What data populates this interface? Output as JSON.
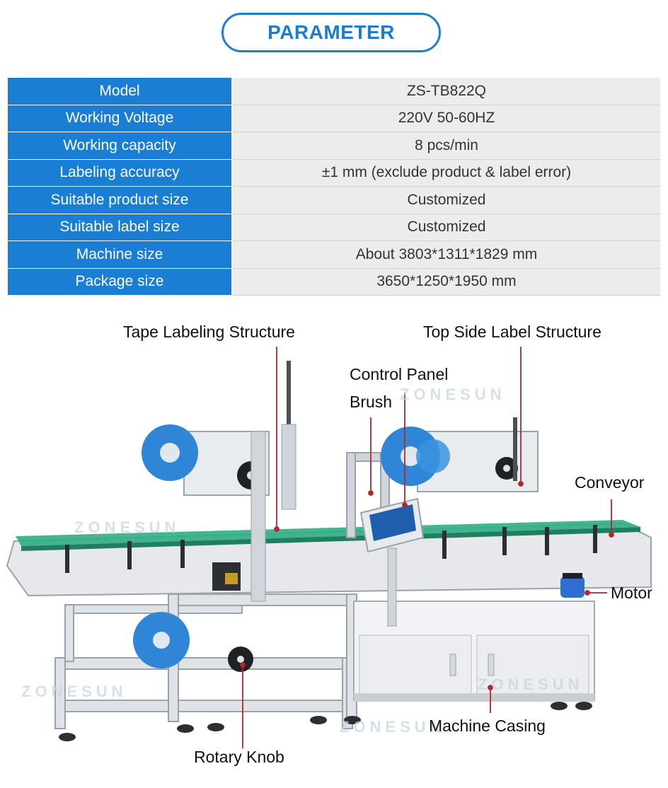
{
  "header": {
    "title": "PARAMETER"
  },
  "params": [
    {
      "key": "Model",
      "value": "ZS-TB822Q"
    },
    {
      "key": "Working Voltage",
      "value": "220V 50-60HZ"
    },
    {
      "key": "Working capacity",
      "value": "8 pcs/min"
    },
    {
      "key": "Labeling accuracy",
      "value": "±1 mm (exclude product & label error)"
    },
    {
      "key": "Suitable product size",
      "value": "Customized"
    },
    {
      "key": "Suitable label size",
      "value": "Customized"
    },
    {
      "key": "Machine size",
      "value": "About 3803*1311*1829 mm"
    },
    {
      "key": "Package size",
      "value": "3650*1250*1950 mm"
    }
  ],
  "figure": {
    "labels": {
      "tape_labeling": "Tape Labeling Structure",
      "top_side_label": "Top Side Label Structure",
      "control_panel": "Control Panel",
      "brush": "Brush",
      "conveyor": "Conveyor",
      "motor": "Motor",
      "machine_casing": "Machine Casing",
      "rotary_knob": "Rotary Knob"
    },
    "watermark": "ZONESUN",
    "colors": {
      "accent": "#1a7fd4",
      "leader": "#b3262b",
      "conveyor": "#2fae84",
      "label_roll": "#2f86d6"
    }
  }
}
